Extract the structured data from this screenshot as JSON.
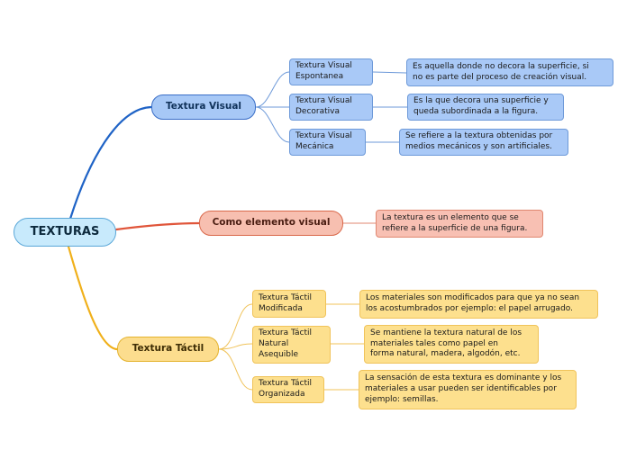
{
  "colors": {
    "blue_branch": "#1f63c6",
    "red_branch": "#e0553a",
    "yellow_branch": "#f0b01a",
    "blue_sub": "#6e9ad9",
    "red_sub": "#e08770",
    "yellow_sub": "#f0c35a"
  },
  "root": {
    "label": "TEXTURAS"
  },
  "visual": {
    "label": "Textura Visual",
    "items": [
      {
        "label": "Textura  Visual\nEspontanea",
        "desc": "Es aquella  donde  no decora la  superficie, si\nno es parte del proceso de creación visual."
      },
      {
        "label": "Textura  Visual\nDecorativa",
        "desc": "Es la que decora una superficie y\nqueda subordinada a la figura."
      },
      {
        "label": "Textura  Visual\nMecánica",
        "desc": "Se refiere a la textura obtenidas por\nmedios mecánicos y son artificiales."
      }
    ]
  },
  "element": {
    "label": "Como elemento visual",
    "desc": "La textura es un elemento que se\nrefiere a la superficie de una figura."
  },
  "tactil": {
    "label": "Textura Táctil",
    "items": [
      {
        "label": "Textura  Táctil\nModificada",
        "desc": "Los materiales son modificados para que ya  no sean\nlos acostumbrados por ejemplo: el papel arrugado."
      },
      {
        "label": "Textura  Táctil\nNatural\nAsequible",
        "desc": "Se mantiene la textura  natural de los\nmateriales tales  como papel en\nforma natural, madera, algodón, etc."
      },
      {
        "label": "Textura  Táctil\nOrganizada",
        "desc": "La sensación de esta textura es dominante y los\nmateriales a usar pueden ser identificables por\nejemplo: semillas."
      }
    ]
  }
}
